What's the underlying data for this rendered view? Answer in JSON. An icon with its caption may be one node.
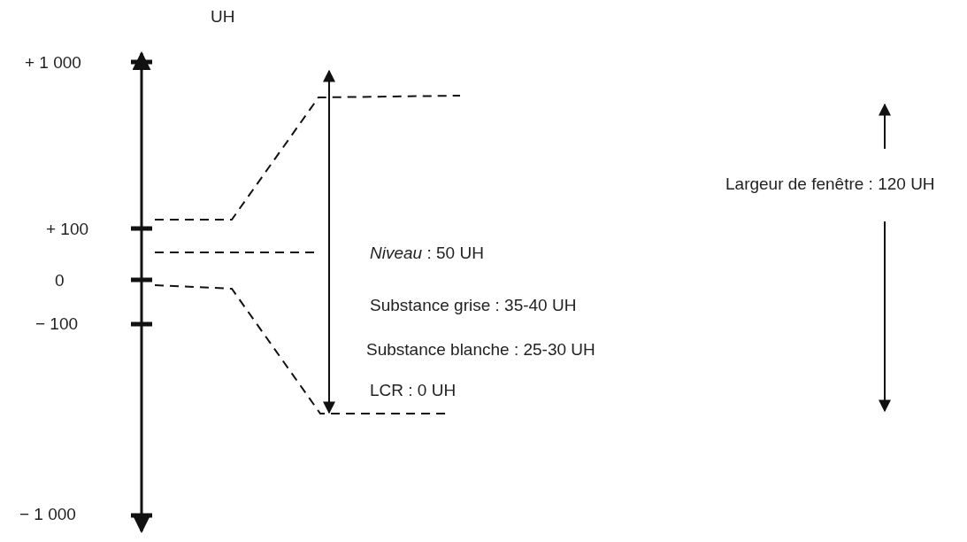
{
  "diagram": {
    "labels": [
      "UH",
      "+ 1 000",
      "+ 100",
      "0",
      "− 100",
      "− 1 000",
      "Largeur de fenêtre : 120 UH",
      "*Niveau* : 50 UH",
      "Substance grise : 35-40 UH",
      "Substance blanche  : 25-30 UH",
      "LCR : 0 UH"
    ]
  }
}
